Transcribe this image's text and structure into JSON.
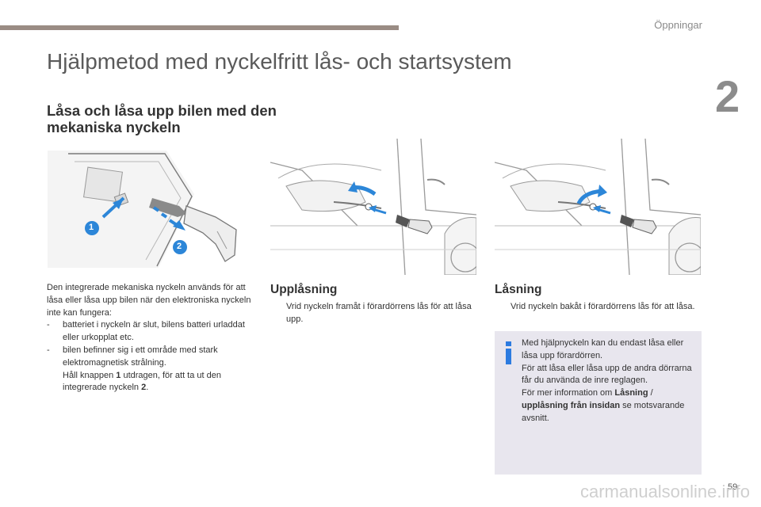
{
  "header": {
    "section_name": "Öppningar",
    "chapter_number": "2"
  },
  "page_title": "Hjälpmetod med nyckelfritt lås- och startsystem",
  "section_subtitle": "Låsa och låsa upp bilen med den mekaniska nyckeln",
  "key_illustration": {
    "callouts": [
      "1",
      "2"
    ]
  },
  "intro": {
    "paragraph": "Den integrerade mekaniska nyckeln används för att låsa eller låsa upp bilen när den elektroniska nyckeln inte kan fungera:",
    "bullets": [
      "batteriet i nyckeln är slut, bilens batteri urladdat eller urkopplat etc.",
      "bilen befinner sig i ett område med stark elektromagnetisk strålning."
    ],
    "bullet_marker": "-",
    "step_marker": "",
    "step_before": "Håll knappen ",
    "step_bold_1": "1",
    "step_middle": " utdragen, för att ta ut den integrerade nyckeln ",
    "step_bold_2": "2",
    "step_after": "."
  },
  "unlocking": {
    "heading": "Upplåsning",
    "step_marker": "",
    "step": "Vrid nyckeln framåt i förardörrens lås för att låsa upp."
  },
  "locking": {
    "heading": "Låsning",
    "step_marker": "",
    "step": "Vrid nyckeln bakåt i förardörrens lås för att låsa."
  },
  "info_box": {
    "line1": "Med hjälpnyckeln kan du endast låsa eller låsa upp förardörren.",
    "line2": "För att låsa eller låsa upp de andra dörrarna får du använda de inre reglagen.",
    "line3_before": "För mer information om ",
    "line3_bold_1": "Låsning",
    "line3_sep": " / ",
    "line3_bold_2": "upplåsning från insidan",
    "line3_after": " se motsvarande avsnitt."
  },
  "footer": {
    "page_number": "59",
    "watermark": "carmanualsonline.info"
  },
  "colors": {
    "accent_bar": "#9a8c84",
    "arrow_blue": "#2c86d8",
    "info_box_bg": "#e8e6ee",
    "info_icon": "#2c7be0"
  }
}
